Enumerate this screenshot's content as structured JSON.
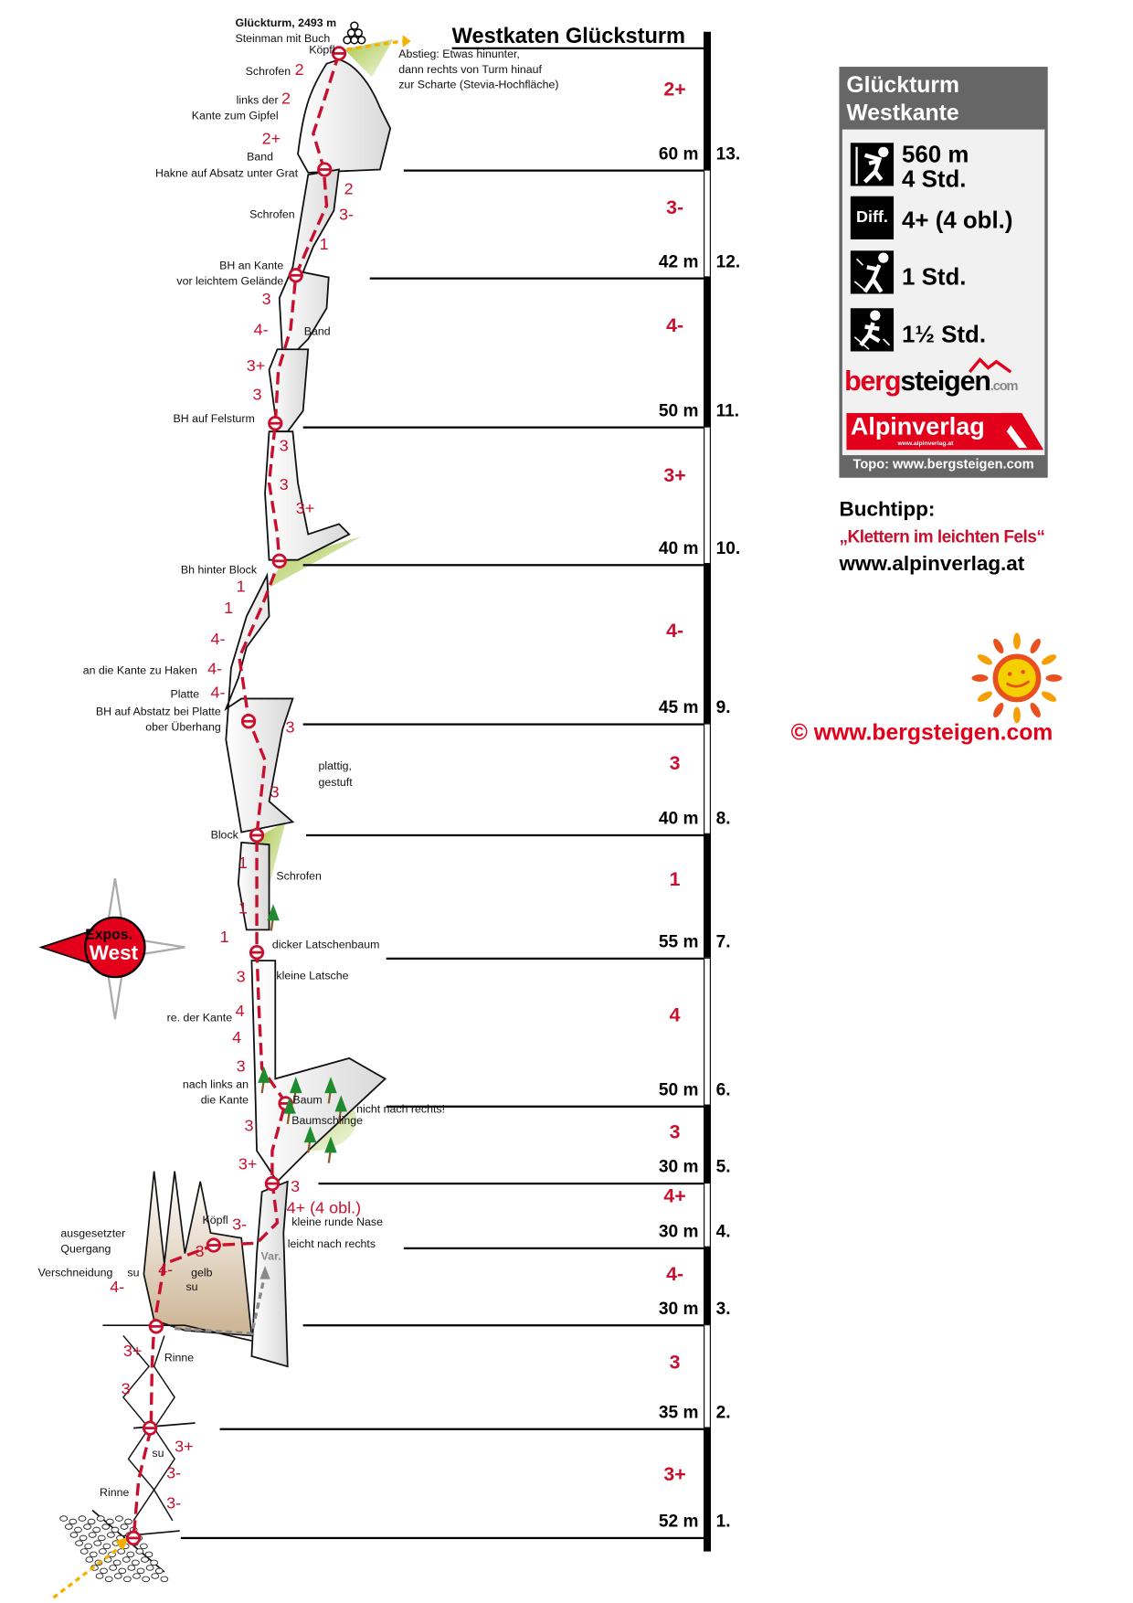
{
  "title": "Westkaten Glücksturm",
  "descent": [
    "Abstieg: Etwas hinunter,",
    "dann rechts von Turm hinauf",
    "zur Scharte (Stevia-Hochfläche)"
  ],
  "pitches": [
    {
      "number": "13.",
      "length": "60 m",
      "grade": "2+"
    },
    {
      "number": "12.",
      "length": "42 m",
      "grade": "3-"
    },
    {
      "number": "11.",
      "length": "50 m",
      "grade": "4-"
    },
    {
      "number": "10.",
      "length": "40 m",
      "grade": "3+"
    },
    {
      "number": "9.",
      "length": "45 m",
      "grade": "4-"
    },
    {
      "number": "8.",
      "length": "40 m",
      "grade": "3"
    },
    {
      "number": "7.",
      "length": "55 m",
      "grade": "1"
    },
    {
      "number": "6.",
      "length": "50 m",
      "grade": "4"
    },
    {
      "number": "5.",
      "length": "30 m",
      "grade": "3"
    },
    {
      "number": "4.",
      "length": "30 m",
      "grade": "4+"
    },
    {
      "number": "3.",
      "length": "30 m",
      "grade": "4-"
    },
    {
      "number": "2.",
      "length": "35 m",
      "grade": "3"
    },
    {
      "number": "1.",
      "length": "52 m",
      "grade": "3+"
    }
  ],
  "route": {
    "notes": [
      "Glückturm, 2493 m",
      "Steinman mit Buch",
      "Köpfl",
      "Schrofen",
      "links der",
      "Kante zum Gipfel",
      "Band",
      "Hakne auf Absatz unter Grat",
      "Schrofen",
      "BH an Kante",
      "vor leichtem Gelände",
      "Band",
      "BH auf Felsturm",
      "Bh hinter Block",
      "an die Kante zu Haken",
      "Platte",
      "BH auf Abstatz bei Platte",
      "ober Überhang",
      "plattig,",
      "gestuft",
      "Block",
      "Schrofen",
      "dicker Latschenbaum",
      "kleine Latsche",
      "re. der Kante",
      "nach links an",
      "die Kante",
      "Baum",
      "Baumschlinge",
      "nicht nach rechts!",
      "kleine runde Nase",
      "Köpfl",
      "leicht nach rechts",
      "ausgesetzter",
      "Quergang",
      "Verschneidung",
      "su",
      "gelb",
      "su",
      "Rinne",
      "su",
      "Rinne",
      "Var."
    ],
    "grades": [
      "2",
      "2",
      "2+",
      "2",
      "3-",
      "1",
      "3",
      "4-",
      "3+",
      "3",
      "3",
      "3",
      "3+",
      "1",
      "1",
      "4-",
      "4-",
      "4-",
      "3",
      "3",
      "1",
      "1",
      "1",
      "3",
      "4",
      "4",
      "3",
      "3",
      "3+",
      "3",
      "4+ (4 obl.)",
      "3-",
      "3",
      "4-",
      "4-",
      "3+",
      "3",
      "3+",
      "3-",
      "3-"
    ]
  },
  "compass": {
    "line1": "Expos.",
    "line2": "West"
  },
  "info_panel": {
    "title_line1": "Glückturm",
    "title_line2": "Westkante",
    "length": "560 m",
    "duration": "4 Std.",
    "diff_label": "Diff.",
    "difficulty": "4+ (4 obl.)",
    "approach": "1 Std.",
    "descent": "1½ Std.",
    "logo_bergsteigen": "bergsteigen.com",
    "logo_alpinverlag": "Alpinverlag",
    "logo_alpinverlag_url": "www.alpinverlag.at",
    "footer": "Topo: www.bergsteigen.com"
  },
  "book": {
    "label": "Buchtipp:",
    "title": "„Klettern im leichten Fels“",
    "url": "www.alpinverlag.at"
  },
  "copyright": "©  www.bergsteigen.com",
  "colors": {
    "route": "#c8102e",
    "panel": "#666666",
    "approach_arrow": "#f5b000",
    "vegetation": "#a8c64a"
  }
}
